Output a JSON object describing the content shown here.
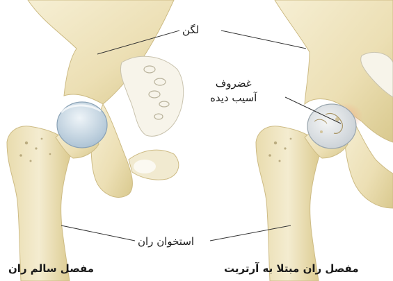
{
  "labels": {
    "pelvis": "لگن",
    "cartilage_line1": "غضروف",
    "cartilage_line2": "آسیب دیده",
    "femur": "استخوان ران",
    "healthy_joint": "مفصل سالم ران",
    "arthritic_joint": "مفصل ران مبتلا به آرتریت"
  },
  "colors": {
    "bone": "#efe6c2",
    "bone_shadow": "#d9c98e",
    "bone_dark": "#c9b47a",
    "cartilage_healthy": "#c9d9e6",
    "cartilage_damaged": "#dfe3e6",
    "inflammation": "#f2b38a",
    "pointer_line": "#333333"
  }
}
